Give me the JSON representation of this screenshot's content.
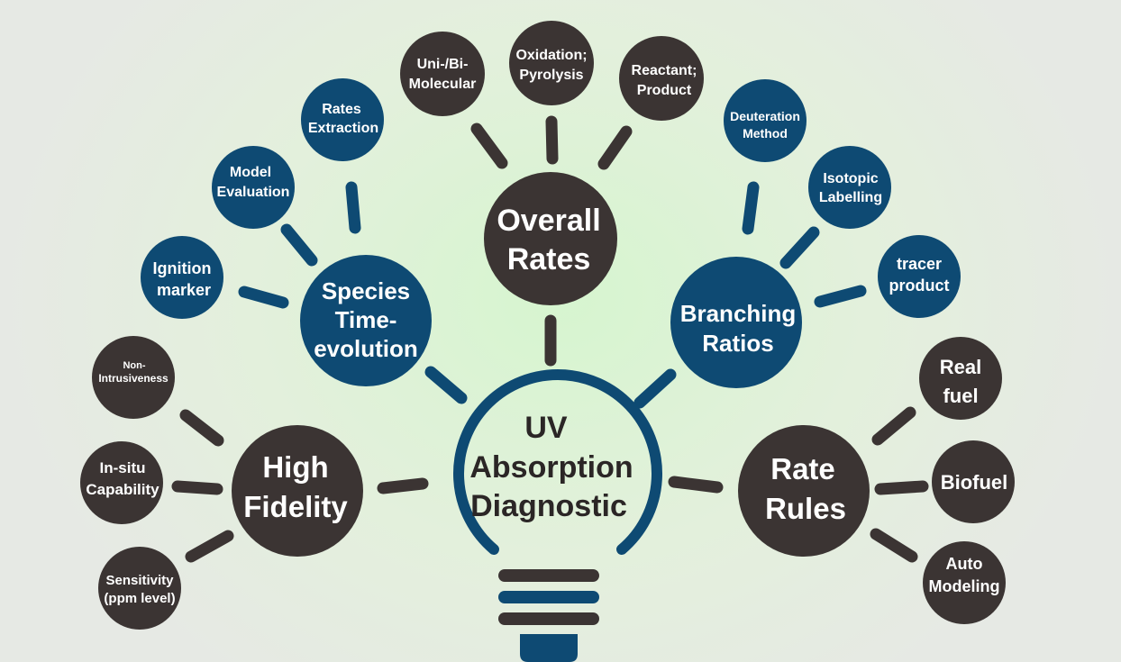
{
  "colors": {
    "dark": "#3b3433",
    "blue": "#0e4a73",
    "bulb_outline": "#0e4a73",
    "text_dark": "#2b2626"
  },
  "center": {
    "lines": [
      "UV",
      "Absorption",
      "Diagnostic"
    ]
  },
  "hubs": {
    "overall_rates": {
      "lines": [
        "Overall",
        "Rates"
      ]
    },
    "species": {
      "lines": [
        "Species",
        "Time-",
        "evolution"
      ]
    },
    "branching": {
      "lines": [
        "Branching",
        "Ratios"
      ]
    },
    "high_fidelity": {
      "lines": [
        "High",
        "Fidelity"
      ]
    },
    "rate_rules": {
      "lines": [
        "Rate",
        "Rules"
      ]
    }
  },
  "leaves": {
    "uni_bi": {
      "lines": [
        "Uni-/Bi-",
        "Molecular"
      ]
    },
    "oxidation": {
      "lines": [
        "Oxidation;",
        "Pyrolysis"
      ]
    },
    "reactant": {
      "lines": [
        "Reactant;",
        "Product"
      ]
    },
    "rates_extraction": {
      "lines": [
        "Rates",
        "Extraction"
      ]
    },
    "model_evaluation": {
      "lines": [
        "Model",
        "Evaluation"
      ]
    },
    "ignition": {
      "lines": [
        "Ignition",
        "marker"
      ]
    },
    "deuteration": {
      "lines": [
        "Deuteration",
        "Method"
      ]
    },
    "isotopic": {
      "lines": [
        "Isotopic",
        "Labelling"
      ]
    },
    "tracer": {
      "lines": [
        "tracer",
        "product"
      ]
    },
    "non_intrusive": {
      "lines": [
        "Non-",
        "Intrusiveness"
      ]
    },
    "in_situ": {
      "lines": [
        "In-situ",
        "Capability"
      ]
    },
    "sensitivity": {
      "lines": [
        "Sensitivity",
        "(ppm level)"
      ]
    },
    "real_fuel": {
      "lines": [
        "Real",
        "fuel"
      ]
    },
    "biofuel": {
      "lines": [
        "Biofuel"
      ]
    },
    "auto_modeling": {
      "lines": [
        "Auto",
        "Modeling"
      ]
    }
  }
}
